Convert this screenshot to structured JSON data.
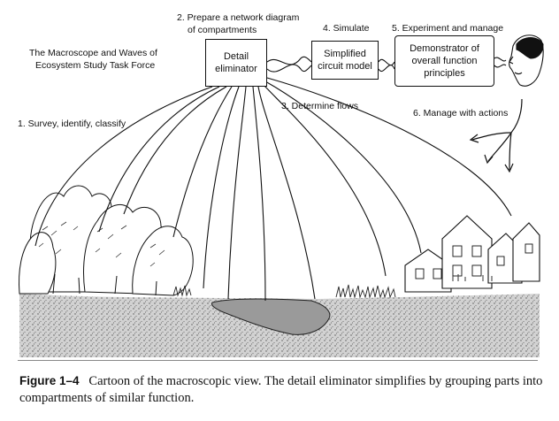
{
  "title": {
    "line1": "The Macroscope and Waves of",
    "line2": "Ecosystem Study Task Force"
  },
  "steps": {
    "survey": "1.  Survey, identify, classify",
    "network_line1": "2.  Prepare a network diagram",
    "network_line2": "of compartments",
    "flows": "3.  Determine flows",
    "simulate": "4.  Simulate",
    "experiment": "5.  Experiment and manage",
    "manage": "6.  Manage with actions"
  },
  "boxes": {
    "detail_line1": "Detail",
    "detail_line2": "eliminator",
    "circuit_line1": "Simplified",
    "circuit_line2": "circuit model",
    "demo_line1": "Demonstrator of",
    "demo_line2": "overall function",
    "demo_line3": "principles"
  },
  "caption": {
    "label": "Figure 1–4",
    "text": "Cartoon of the macroscopic view. The detail eliminator simplifies by grouping parts into compartments of similar function."
  },
  "colors": {
    "ink": "#111111",
    "ground": "#c9c9c9",
    "pond": "#9a9a9a"
  }
}
